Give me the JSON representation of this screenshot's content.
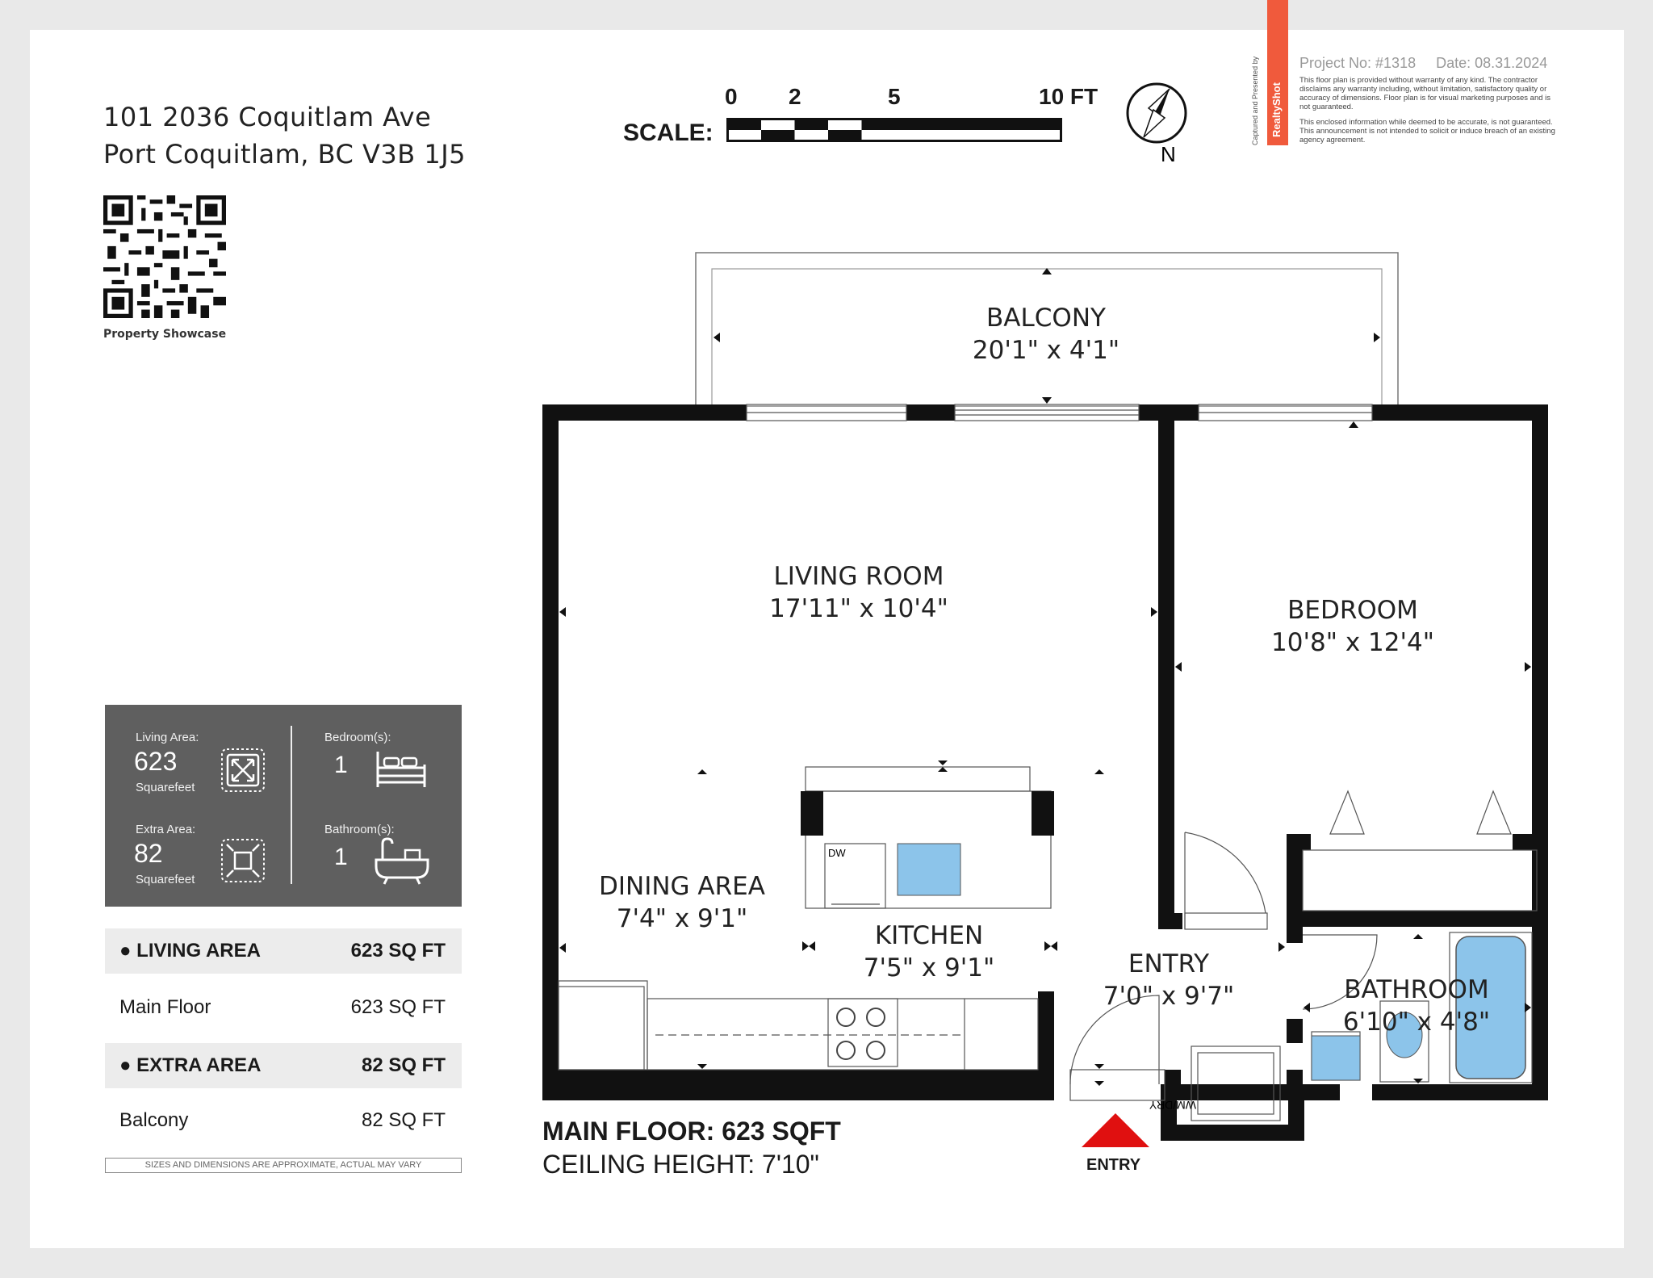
{
  "address": {
    "line1": "101 2036 Coquitlam Ave",
    "line2": "Port Coquitlam, BC V3B 1J5"
  },
  "qr_caption": "Property Showcase",
  "scale": {
    "label": "SCALE:",
    "ticks": [
      "0",
      "2",
      "5",
      "10 FT"
    ]
  },
  "compass_label": "N",
  "brand": {
    "name": "RealtyShot",
    "captured": "Captured and Presented by",
    "project": "Project No: #1318",
    "date": "Date: 08.31.2024",
    "disclaimer1": "This floor plan is provided without warranty of any kind. The contractor disclaims any warranty including, without limitation, satisfactory quality or accuracy of dimensions. Floor plan is for visual marketing purposes and is not guaranteed.",
    "disclaimer2": "This enclosed information while deemed to be accurate, is not guaranteed. This announcement is not intended to solicit or induce breach of an existing agency agreement."
  },
  "stats": {
    "living_label": "Living Area:",
    "living_value": "623",
    "living_unit": "Squarefeet",
    "extra_label": "Extra Area:",
    "extra_value": "82",
    "extra_unit": "Squarefeet",
    "bed_label": "Bedroom(s):",
    "bed_value": "1",
    "bath_label": "Bathroom(s):",
    "bath_value": "1"
  },
  "areas": [
    {
      "label": "● LIVING AREA",
      "value": "623 SQ FT",
      "header": true
    },
    {
      "label": "Main Floor",
      "value": "623 SQ FT",
      "header": false
    },
    {
      "label": "● EXTRA AREA",
      "value": "82 SQ FT",
      "header": true
    },
    {
      "label": "Balcony",
      "value": "82 SQ FT",
      "header": false
    }
  ],
  "note": "SIZES AND DIMENSIONS ARE APPROXIMATE, ACTUAL MAY VARY",
  "footer": {
    "main_floor": "MAIN FLOOR: 623 SQFT",
    "ceiling": "CEILING HEIGHT: 7'10\"",
    "entry": "ENTRY"
  },
  "rooms": {
    "balcony": {
      "name": "BALCONY",
      "dim": "20'1\" x 4'1\""
    },
    "living": {
      "name": "LIVING ROOM",
      "dim": "17'11\" x 10'4\""
    },
    "bedroom": {
      "name": "BEDROOM",
      "dim": "10'8\" x 12'4\""
    },
    "dining": {
      "name": "DINING AREA",
      "dim": "7'4\" x 9'1\""
    },
    "kitchen": {
      "name": "KITCHEN",
      "dim": "7'5\" x 9'1\""
    },
    "entry": {
      "name": "ENTRY",
      "dim": "7'0\" x 9'7\""
    },
    "bathroom": {
      "name": "BATHROOM",
      "dim": "6'10\" x 4'8\""
    }
  },
  "fixtures": {
    "dw": "DW",
    "washer": "WM/DRY"
  },
  "colors": {
    "wall": "#111111",
    "stats_bg": "#5f5f5f",
    "entry_arrow": "#e01010",
    "brand": "#f05a3c",
    "fixture_blue": "#8cc4ea"
  }
}
